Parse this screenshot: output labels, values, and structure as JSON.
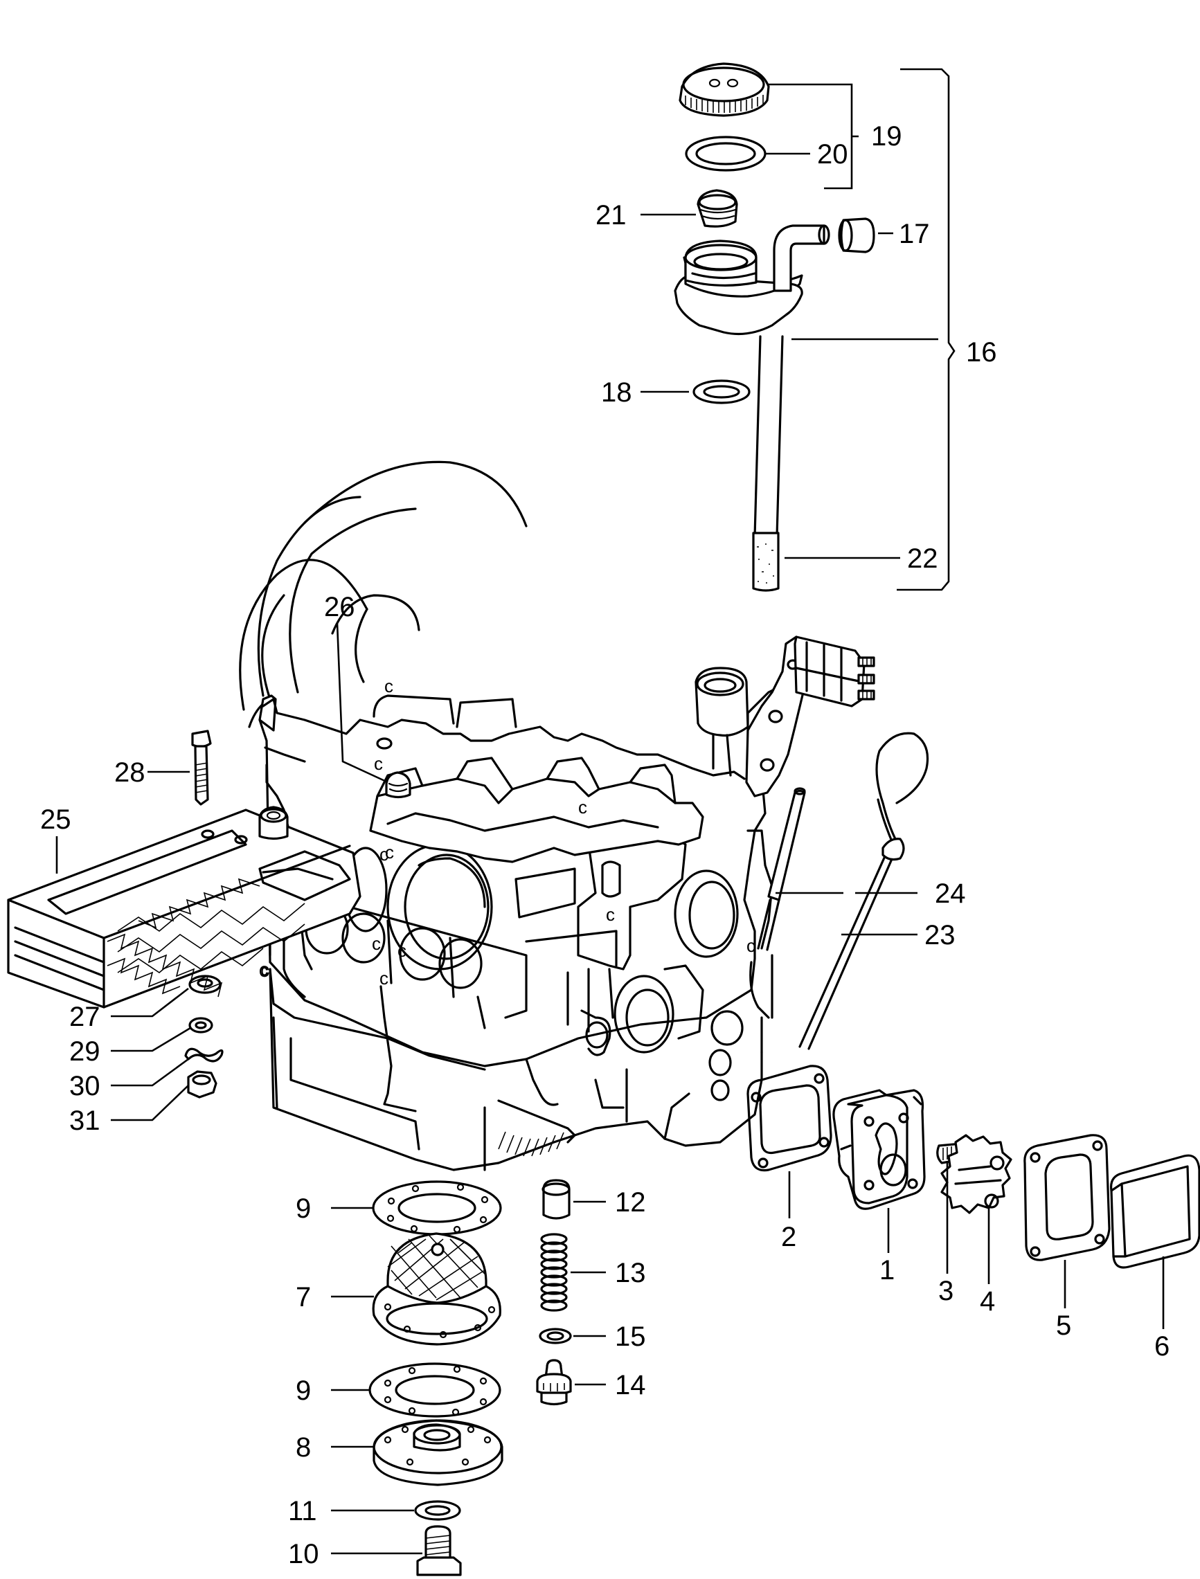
{
  "diagram": {
    "callouts": [
      {
        "id": "c1",
        "label": "1"
      },
      {
        "id": "c2",
        "label": "2"
      },
      {
        "id": "c3",
        "label": "3"
      },
      {
        "id": "c4",
        "label": "4"
      },
      {
        "id": "c5",
        "label": "5"
      },
      {
        "id": "c6",
        "label": "6"
      },
      {
        "id": "c7",
        "label": "7"
      },
      {
        "id": "c8",
        "label": "8"
      },
      {
        "id": "c9a",
        "label": "9"
      },
      {
        "id": "c9b",
        "label": "9"
      },
      {
        "id": "c10",
        "label": "10"
      },
      {
        "id": "c11",
        "label": "11"
      },
      {
        "id": "c12",
        "label": "12"
      },
      {
        "id": "c13",
        "label": "13"
      },
      {
        "id": "c14",
        "label": "14"
      },
      {
        "id": "c15",
        "label": "15"
      },
      {
        "id": "c16",
        "label": "16"
      },
      {
        "id": "c17",
        "label": "17"
      },
      {
        "id": "c18",
        "label": "18"
      },
      {
        "id": "c19",
        "label": "19"
      },
      {
        "id": "c20",
        "label": "20"
      },
      {
        "id": "c21",
        "label": "21"
      },
      {
        "id": "c22",
        "label": "22"
      },
      {
        "id": "c23",
        "label": "23"
      },
      {
        "id": "c24",
        "label": "24"
      },
      {
        "id": "c25",
        "label": "25"
      },
      {
        "id": "c26",
        "label": "26"
      },
      {
        "id": "c27",
        "label": "27"
      },
      {
        "id": "c28",
        "label": "28"
      },
      {
        "id": "c29",
        "label": "29"
      },
      {
        "id": "c30",
        "label": "30"
      },
      {
        "id": "c31",
        "label": "31"
      }
    ]
  },
  "colors": {
    "ink": "#000000",
    "paper": "#ffffff"
  }
}
